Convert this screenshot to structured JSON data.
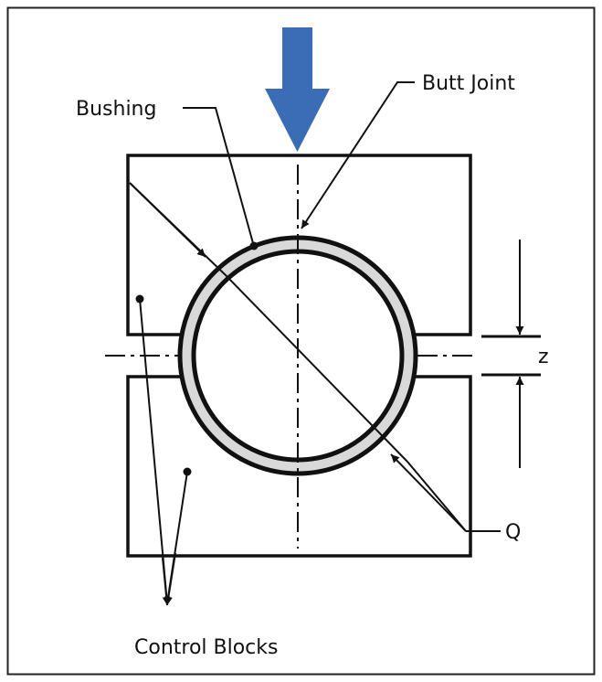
{
  "labels": {
    "bushing": "Bushing",
    "butt_joint": "Butt Joint",
    "gap": "z",
    "diameter": "Q",
    "control_blocks": "Control Blocks"
  },
  "colors": {
    "arrow": "#3a6db5",
    "ring_fill": "#d9d9d9",
    "line": "#111111",
    "frame": "#222222"
  },
  "icons": {
    "load_arrow": "arrow-down-icon"
  }
}
